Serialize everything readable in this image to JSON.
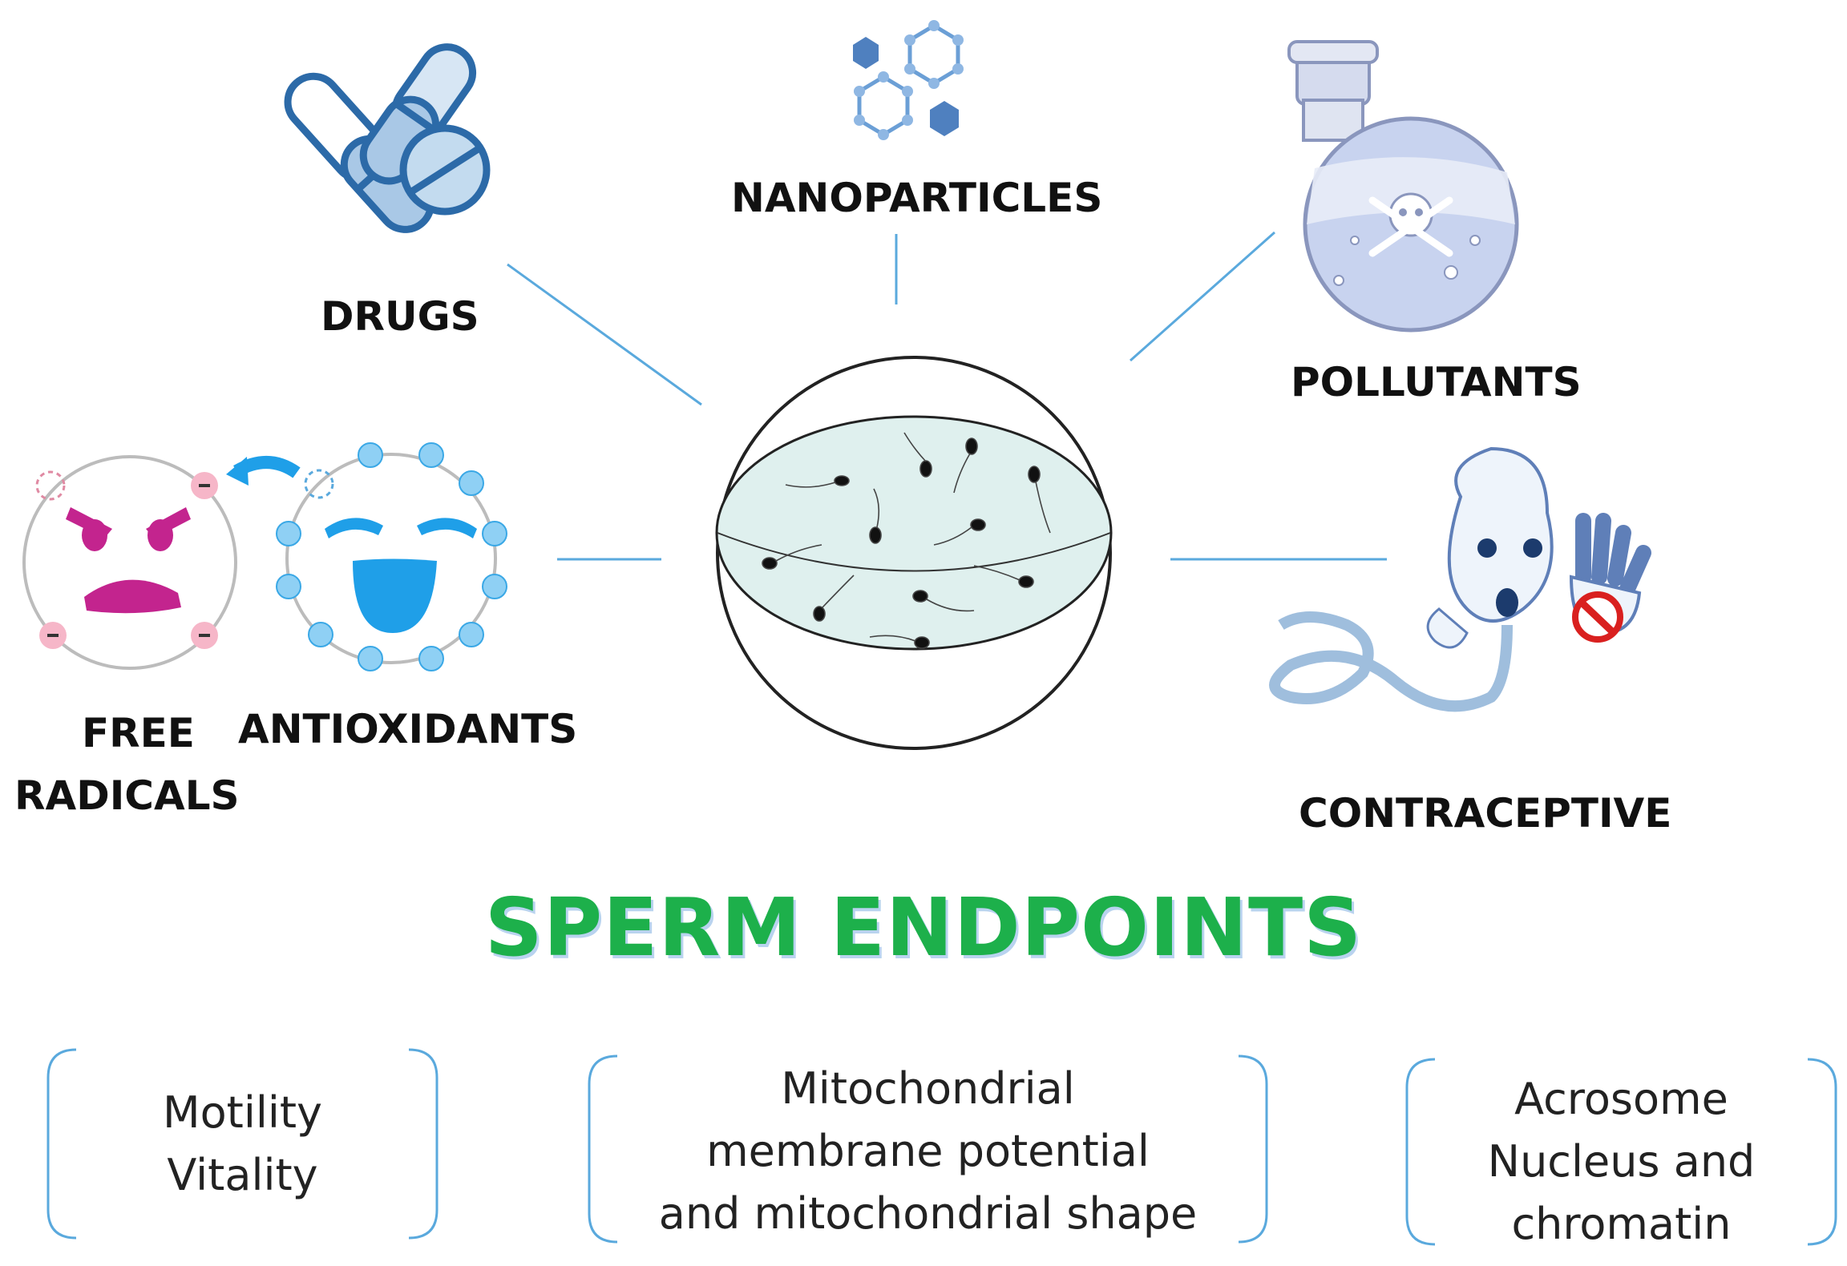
{
  "labels": {
    "drugs": "DRUGS",
    "nanoparticles": "NANOPARTICLES",
    "pollutants": "POLLUTANTS",
    "free_radicals_line1": "FREE",
    "free_radicals_line2": "RADICALS",
    "antioxidants": "ANTIOXIDANTS",
    "contraceptive": "CONTRACEPTIVE"
  },
  "title": "SPERM ENDPOINTS",
  "endpoints": [
    {
      "lines": [
        "Motility",
        "Vitality"
      ]
    },
    {
      "lines": [
        "Mitochondrial",
        "membrane potential",
        "and mitochondrial shape"
      ]
    },
    {
      "lines": [
        "Acrosome",
        "Nucleus and",
        "chromatin"
      ]
    }
  ],
  "icons": {
    "drugs": "pills-icon",
    "nanoparticles": "hexagon-molecules-icon",
    "pollutants": "poison-flask-icon",
    "free_radicals": "angry-radical-face-icon",
    "antioxidants": "happy-antioxidant-face-icon",
    "contraceptive": "stop-sperm-icon",
    "center": "petri-dish-sperm-icon"
  },
  "colors": {
    "title": "#1db04b",
    "connector": "#5aa9dd",
    "pill_dark": "#2c6aa8",
    "pill_light": "#a9c8e6",
    "radical": "#c3248e",
    "antioxidant": "#1f9fe8",
    "dish_fill": "#dff0ee"
  }
}
